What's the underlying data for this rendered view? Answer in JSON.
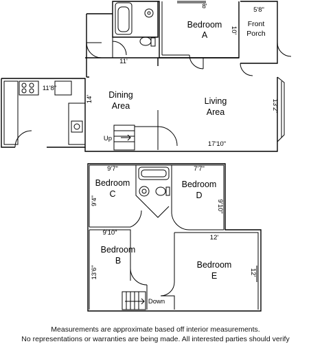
{
  "upper_level": {
    "rooms": {
      "bedroom_a": {
        "name": "Bedroom",
        "letter": "A",
        "width": "8'",
        "depth": "10'"
      },
      "front_porch": {
        "name1": "Front",
        "name2": "Porch",
        "width": "5'8\""
      },
      "dining": {
        "name1": "Dining",
        "name2": "Area",
        "width": "11'",
        "depth": "14'"
      },
      "kitchen": {
        "width": "11'8\""
      },
      "living": {
        "name1": "Living",
        "name2": "Area",
        "width": "17'10\"",
        "depth": "13'2\""
      }
    },
    "stairs_label": "Up"
  },
  "lower_level": {
    "rooms": {
      "bedroom_c": {
        "name": "Bedroom",
        "letter": "C",
        "width": "9'7\"",
        "depth": "9'4\""
      },
      "bedroom_d": {
        "name": "Bedroom",
        "letter": "D",
        "width": "7'7\"",
        "depth": "9'10\""
      },
      "bedroom_b": {
        "name": "Bedroom",
        "letter": "B",
        "width": "9'10\"",
        "depth": "13'6\""
      },
      "bedroom_e": {
        "name": "Bedroom",
        "letter": "E",
        "width": "12'",
        "depth": "12'"
      }
    },
    "stairs_label": "Down"
  },
  "disclaimer": {
    "line1": "Measurements are approximate based off interior measurements.",
    "line2": "No representations or warranties are being made. All interested parties should verify"
  }
}
